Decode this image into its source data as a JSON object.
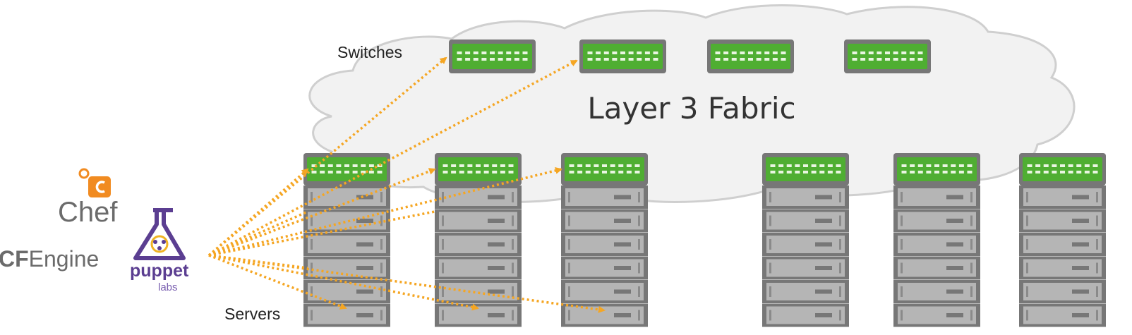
{
  "labels": {
    "switches": "Switches",
    "cloud_title": "Layer 3 Fabric",
    "servers": "Servers"
  },
  "logos": {
    "chef": "Chef",
    "cfengine_cf": "CF",
    "cfengine_engine": "Engine",
    "puppet": "puppet",
    "puppet_sub": "labs"
  },
  "icons": {
    "switch": "network-switch-icon",
    "server": "server-unit-icon",
    "chef": "chef-logo-icon",
    "puppet": "puppet-flask-icon"
  },
  "colors": {
    "switch_green": "#4fae32",
    "switch_frame": "#777777",
    "server_gray": "#b5b5b5",
    "cloud_fill": "#f2f2f2",
    "arrow_orange": "#f5a623",
    "chef_orange": "#f18b21",
    "puppet_purple": "#5b3e91",
    "puppet_gold": "#f0b323"
  },
  "fabric": {
    "switch_count": 4
  },
  "racks": {
    "count": 6,
    "servers_per_rack": 6
  }
}
